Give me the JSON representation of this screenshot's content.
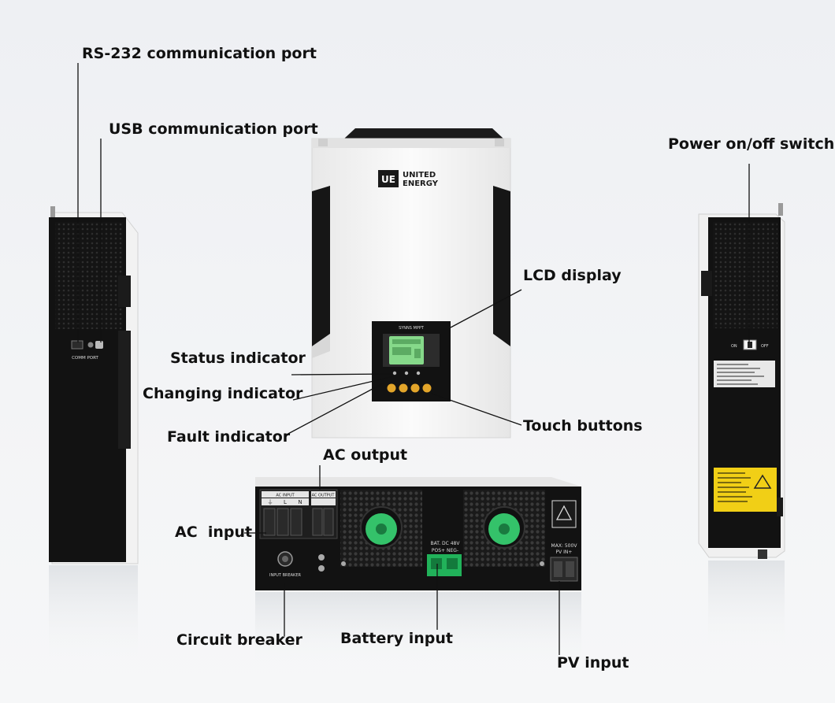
{
  "labels": {
    "rs232": "RS-232 communication port",
    "usb": "USB communication port",
    "power_switch": "Power on/off switch",
    "lcd": "LCD display",
    "status": "Status indicator",
    "changing": "Changing indicator",
    "fault": "Fault indicator",
    "touch": "Touch buttons",
    "ac_output": "AC output",
    "ac_input": "AC  input",
    "breaker": "Circuit breaker",
    "battery": "Battery input",
    "pv": "PV input"
  },
  "brand": {
    "logo_mark": "UE",
    "line1": "UNITED",
    "line2": "ENERGY"
  },
  "device_text": {
    "panel_title": "SYNNS MPPT",
    "comm_port": "COMM PORT",
    "ac_input_hdr": "AC INPUT",
    "ac_output_hdr": "AC OUTPUT",
    "terminals": [
      "⏚",
      "L",
      "N"
    ],
    "bat_label": "BAT. DC 48V",
    "bat_pos_neg": "POS+ NEG-",
    "pv_max": "MAX: 500V",
    "pv_pos_neg": "PV IN+",
    "breaker_label": "INPUT BREAKER"
  },
  "colors": {
    "device_black": "#141414",
    "device_white": "#f4f4f4",
    "fan_green": "#34c26a",
    "terminal_green": "#21b25a",
    "lcd_green": "#86d98a",
    "button_yellow": "#e3a52a",
    "warning_yellow": "#f1cf16"
  }
}
